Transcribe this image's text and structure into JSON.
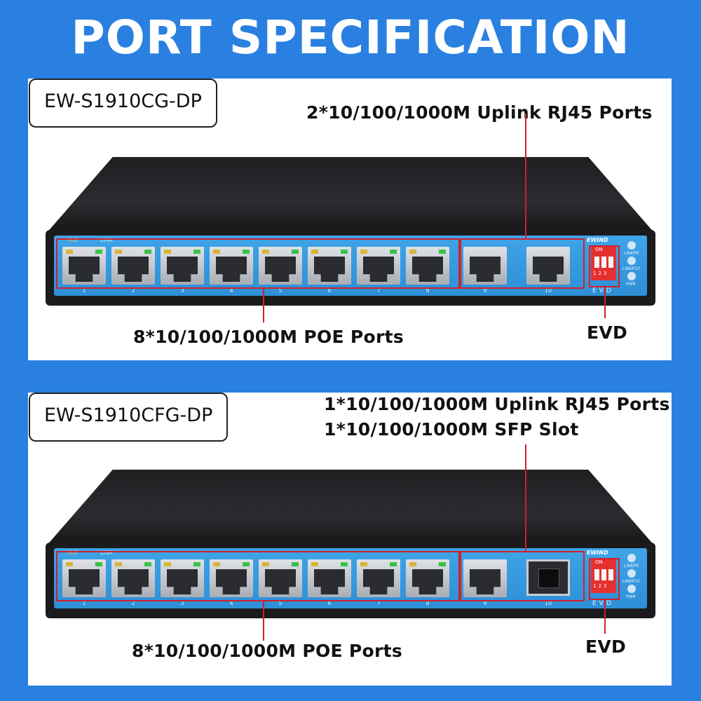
{
  "title": "PORT SPECIFICATION",
  "brand_color": "#2a80e0",
  "device_1": {
    "model": "EW-S1910CG-DP",
    "uplink_label": "2*10/100/1000M Uplink RJ45 Ports",
    "poe_label": "8*10/100/1000M POE Ports",
    "evd_label": "EVD"
  },
  "device_2": {
    "model": "EW-S1910CFG-DP",
    "uplink_label_1": "1*10/100/1000M Uplink RJ45 Ports",
    "uplink_label_2": "1*10/100/1000M SFP Slot",
    "poe_label": "8*10/100/1000M POE Ports",
    "evd_label": "EVD"
  },
  "faceplate": {
    "legend_poe": "PoE",
    "legend_link": "LINK",
    "brand": "EWIND",
    "dip_on": "ON",
    "dip_nums": "123",
    "evd_text": "EVD",
    "status": [
      "LINKP9",
      "LINKP10",
      "PWR"
    ],
    "port_numbers": [
      "1",
      "2",
      "3",
      "4",
      "5",
      "6",
      "7",
      "8",
      "9",
      "10"
    ]
  }
}
